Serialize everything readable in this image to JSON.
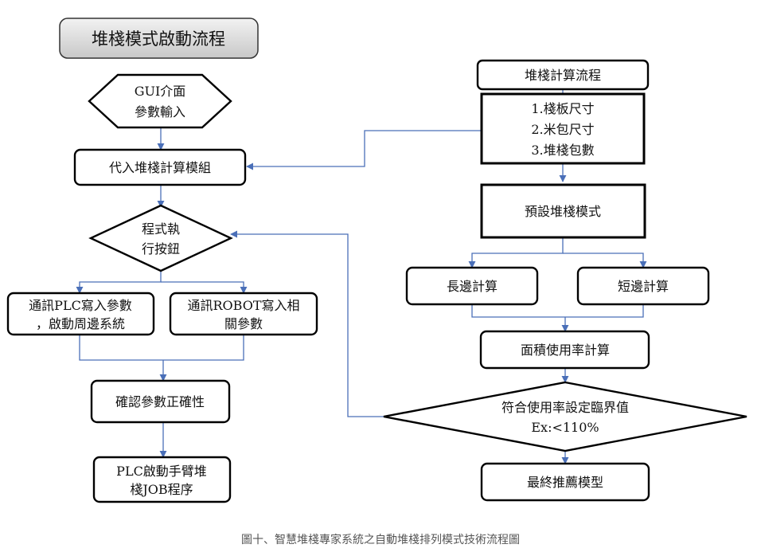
{
  "title": "堆棧模式啟動流程",
  "left_flow": {
    "gui_input": [
      "GUI介面",
      "參數輸入"
    ],
    "calc_module": "代入堆棧計算模組",
    "run_button": [
      "程式執",
      "行按鈕"
    ],
    "plc_comm": [
      "通訊PLC寫入參數",
      "，啟動周邊系統"
    ],
    "robot_comm": [
      "通訊ROBOT寫入相",
      "關參數"
    ],
    "confirm": "確認參數正確性",
    "plc_start": [
      "PLC啟動手臂堆",
      "棧JOB程序"
    ]
  },
  "right_flow": {
    "calc_flow": "堆棧計算流程",
    "inputs": [
      "1.棧板尺寸",
      "2.米包尺寸",
      "3.堆棧包數"
    ],
    "preset": "預設堆棧模式",
    "long_side": "長邊計算",
    "short_side": "短邊計算",
    "area_usage": "面積使用率計算",
    "threshold": [
      "符合使用率設定臨界值",
      "Ex:<110%"
    ],
    "recommend": "最終推薦模型"
  },
  "caption": "圖十、智慧堆棧專家系統之自動堆棧排列模式技術流程圖"
}
